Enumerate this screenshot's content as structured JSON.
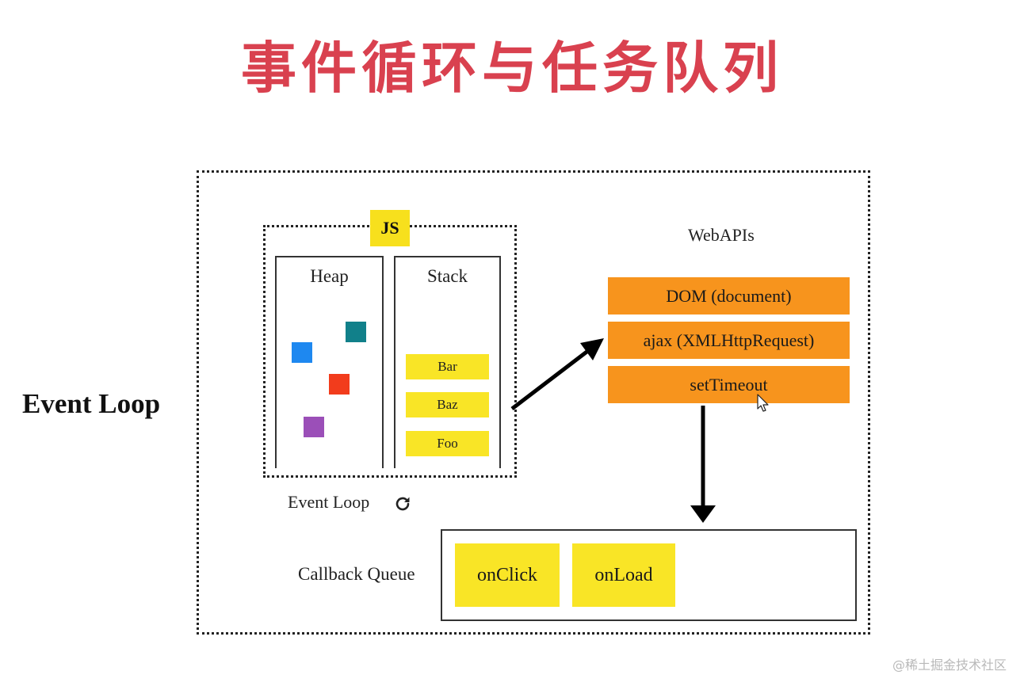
{
  "title": "事件循环与任务队列",
  "side_label": "Event Loop",
  "js_engine": {
    "badge": "JS",
    "heap_label": "Heap",
    "stack_label": "Stack",
    "heap_objects": [
      {
        "color": "#1e88f0"
      },
      {
        "color": "#11808a"
      },
      {
        "color": "#f23c1c"
      },
      {
        "color": "#9b4fb8"
      }
    ],
    "stack_frames": [
      "Bar",
      "Baz",
      "Foo"
    ]
  },
  "web_apis": {
    "label": "WebAPIs",
    "items": [
      "DOM (document)",
      "ajax (XMLHttpRequest)",
      "setTimeout"
    ]
  },
  "event_loop_label": "Event Loop",
  "callback_queue": {
    "label": "Callback Queue",
    "items": [
      "onClick",
      "onLoad"
    ]
  },
  "watermark": "@稀土掘金技术社区",
  "colors": {
    "title": "#d9414f",
    "js_yellow": "#f7e01d",
    "api_orange": "#f7941d"
  },
  "icons": {
    "refresh": "refresh-icon",
    "cursor": "mouse-cursor-icon"
  }
}
